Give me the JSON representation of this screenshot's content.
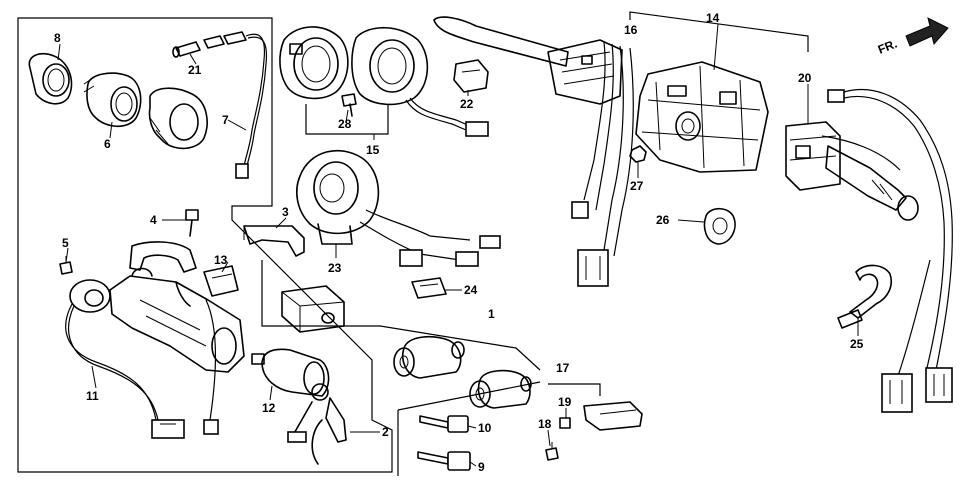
{
  "direction_label": "FR.",
  "callouts": [
    "1",
    "2",
    "3",
    "4",
    "5",
    "6",
    "7",
    "8",
    "9",
    "10",
    "11",
    "12",
    "13",
    "14",
    "15",
    "16",
    "17",
    "18",
    "19",
    "20",
    "21",
    "22",
    "23",
    "24",
    "25",
    "26",
    "27",
    "28"
  ]
}
